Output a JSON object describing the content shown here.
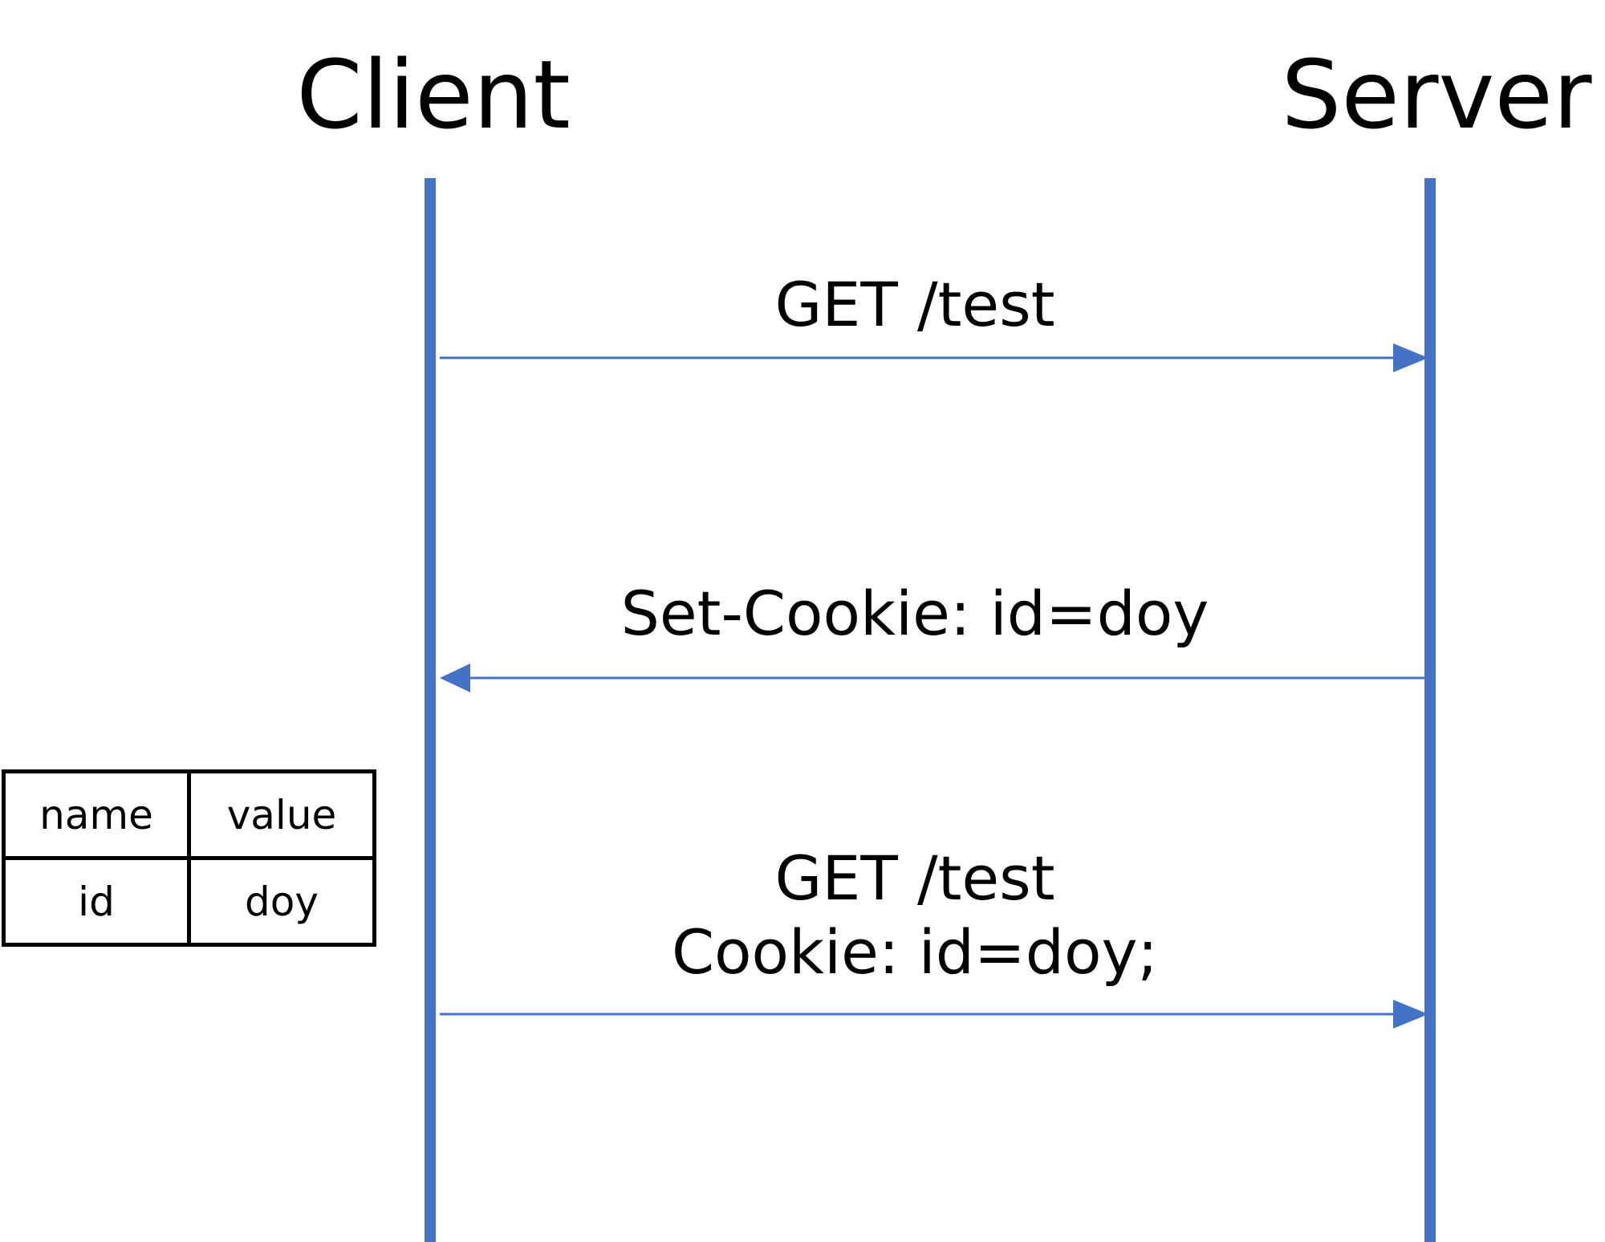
{
  "actors": {
    "client": "Client",
    "server": "Server"
  },
  "messages": [
    {
      "direction": "client-to-server",
      "lines": [
        "GET /test"
      ]
    },
    {
      "direction": "server-to-client",
      "lines": [
        "Set-Cookie: id=doy"
      ]
    },
    {
      "direction": "client-to-server",
      "lines": [
        "GET  /test",
        "Cookie: id=doy;"
      ]
    }
  ],
  "cookie_table": {
    "headers": [
      "name",
      "value"
    ],
    "rows": [
      [
        "id",
        "doy"
      ]
    ]
  },
  "colors": {
    "accent": "#4472C4",
    "text": "#000000",
    "table_border": "#000000",
    "background": "#FFFFFF"
  }
}
